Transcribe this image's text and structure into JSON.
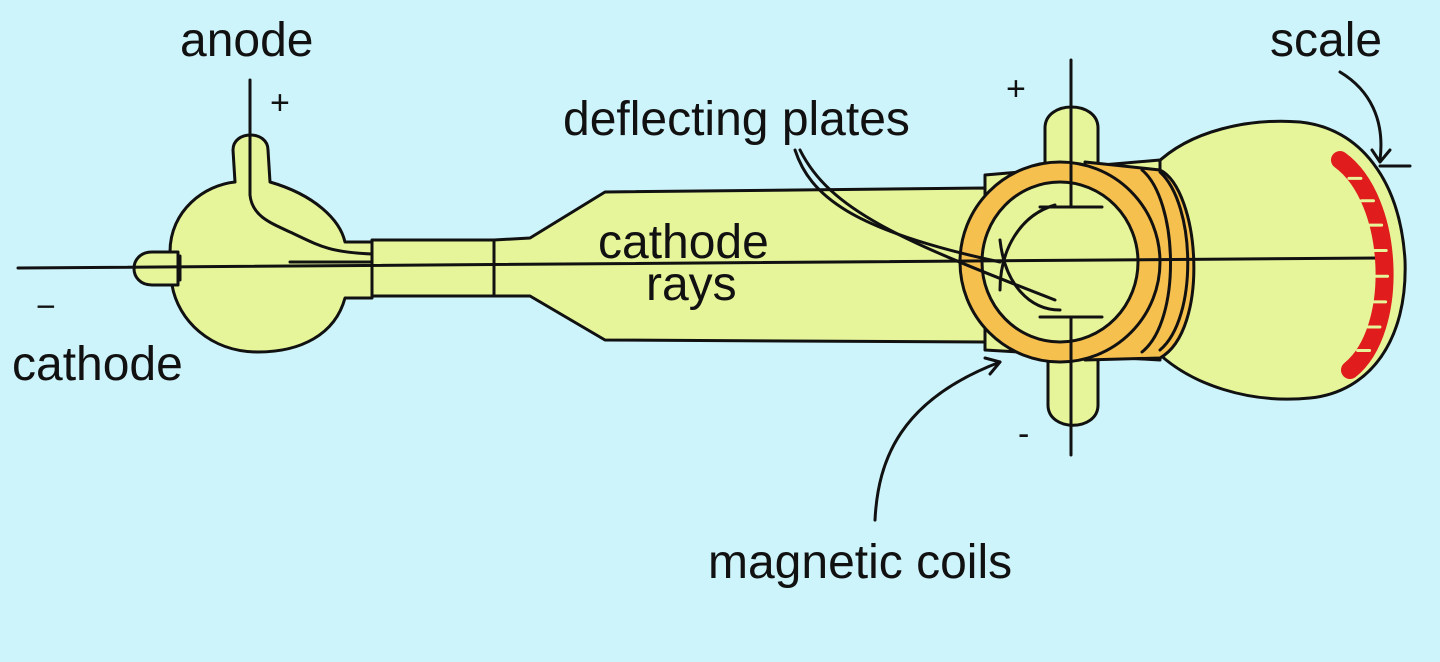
{
  "colors": {
    "background": "#cdf4fb",
    "tube_glass": "#e6f59a",
    "coil": "#f6c04e",
    "scale": "#e01c1c",
    "ink": "#111111"
  },
  "labels": {
    "anode": "anode",
    "cathode": "cathode",
    "deflecting_plates": "deflecting plates",
    "cathode_rays_line1": "cathode",
    "cathode_rays_line2": "rays",
    "magnetic_coils": "magnetic coils",
    "scale": "scale"
  },
  "signs": {
    "anode_sign": "+",
    "cathode_sign": "−",
    "top_plate_sign": "+",
    "bottom_plate_sign": "-"
  },
  "scale_divisions": 9
}
